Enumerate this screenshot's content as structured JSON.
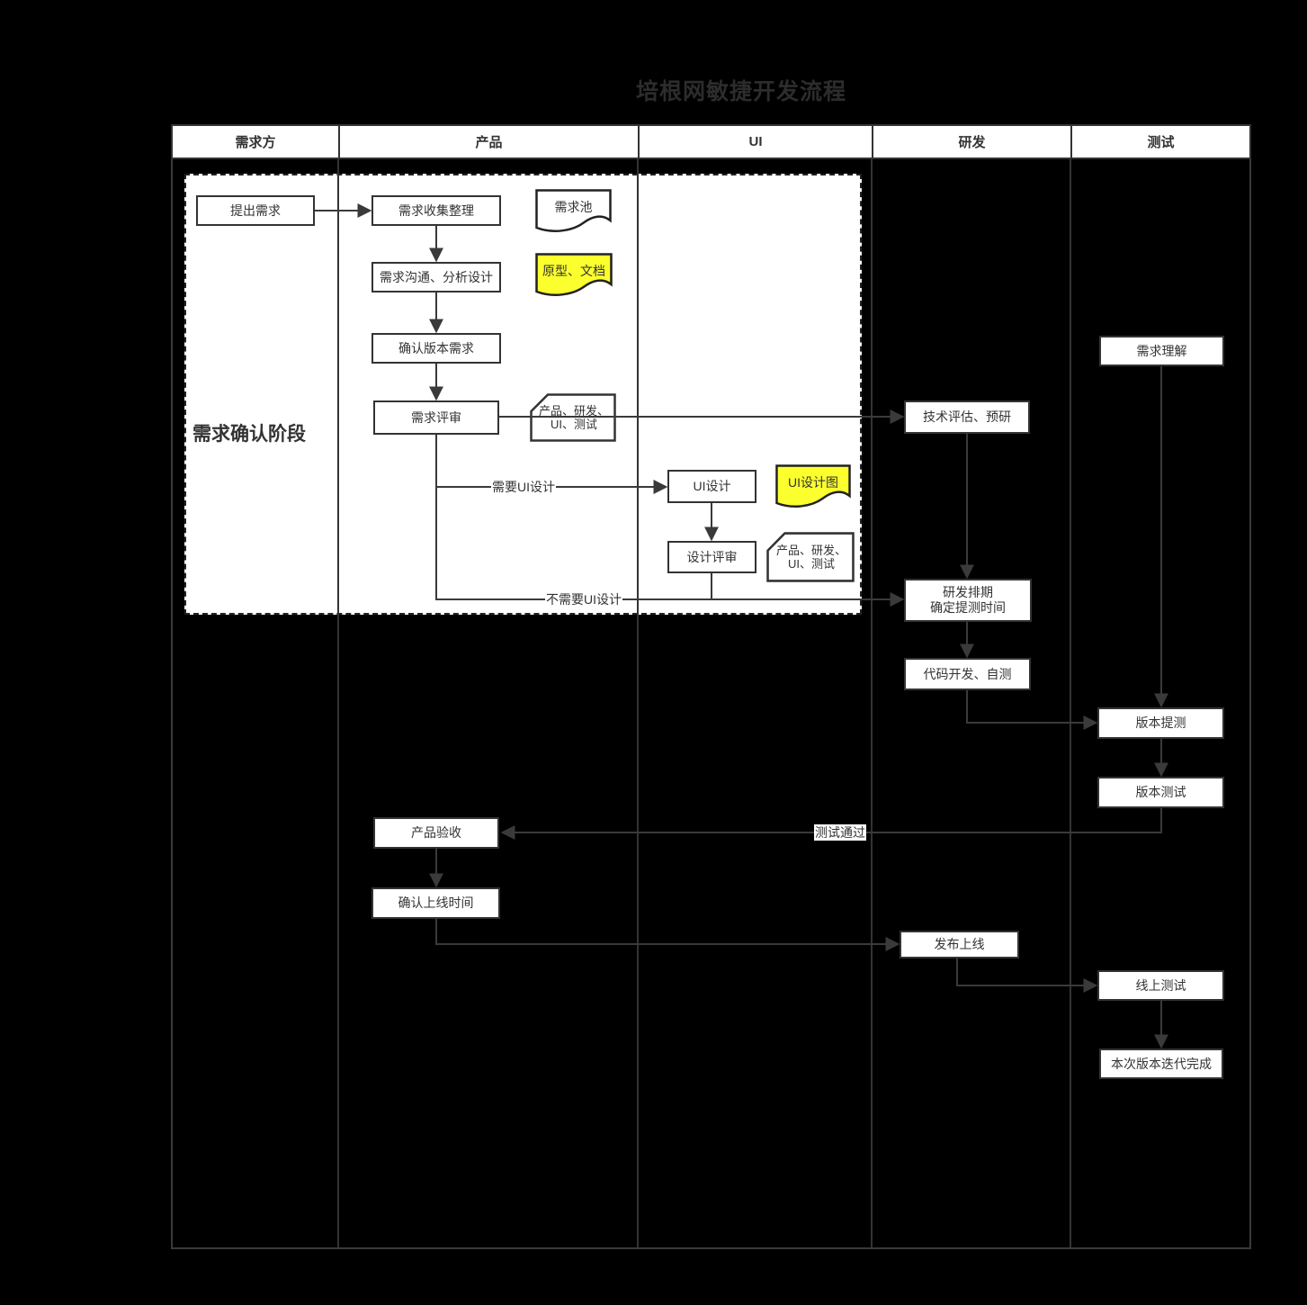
{
  "title": "培根网敏捷开发流程",
  "lanes": [
    {
      "label": "需求方"
    },
    {
      "label": "产品"
    },
    {
      "label": "UI"
    },
    {
      "label": "研发"
    },
    {
      "label": "测试"
    }
  ],
  "phase": {
    "label": "需求确认阶段"
  },
  "nodes": {
    "propose": {
      "label": "提出需求",
      "type": "process"
    },
    "collect": {
      "label": "需求收集整理",
      "type": "process"
    },
    "req_pool": {
      "label": "需求池",
      "type": "document"
    },
    "analyze": {
      "label": "需求沟通、分析设计",
      "type": "process"
    },
    "prototype": {
      "label": "原型、文档",
      "type": "document",
      "highlight": true
    },
    "confirm_version": {
      "label": "确认版本需求",
      "type": "process"
    },
    "req_review": {
      "label": "需求评审",
      "type": "process"
    },
    "review_roles": {
      "label": "产品、研发、UI、测试",
      "type": "card"
    },
    "tech_eval": {
      "label": "技术评估、预研",
      "type": "process"
    },
    "ui_design": {
      "label": "UI设计",
      "type": "process"
    },
    "ui_draft": {
      "label": "UI设计图",
      "type": "document",
      "highlight": true
    },
    "design_review": {
      "label": "设计评审",
      "type": "process"
    },
    "design_review_roles": {
      "label": "产品、研发、UI、测试",
      "type": "card"
    },
    "dev_schedule": {
      "label": "研发排期\n确定提测时间",
      "type": "process"
    },
    "coding": {
      "label": "代码开发、自测",
      "type": "process"
    },
    "req_understand": {
      "label": "需求理解",
      "type": "process"
    },
    "version_submit": {
      "label": "版本提测",
      "type": "process"
    },
    "version_test": {
      "label": "版本测试",
      "type": "process"
    },
    "product_accept": {
      "label": "产品验收",
      "type": "process"
    },
    "confirm_launch": {
      "label": "确认上线时间",
      "type": "process"
    },
    "release": {
      "label": "发布上线",
      "type": "process"
    },
    "online_test": {
      "label": "线上测试",
      "type": "process"
    },
    "iteration_done": {
      "label": "本次版本迭代完成",
      "type": "process"
    }
  },
  "edge_labels": {
    "need_ui": "需要UI设计",
    "no_ui": "不需要UI设计",
    "test_passed": "测试通过"
  },
  "colors": {
    "background": "#000000",
    "lane_fill": "#ffffff",
    "line": "#3a3a3a",
    "box_border": "#333333",
    "text": "#333333",
    "highlight": "#fcff2e",
    "title": "#2c2c2c"
  }
}
